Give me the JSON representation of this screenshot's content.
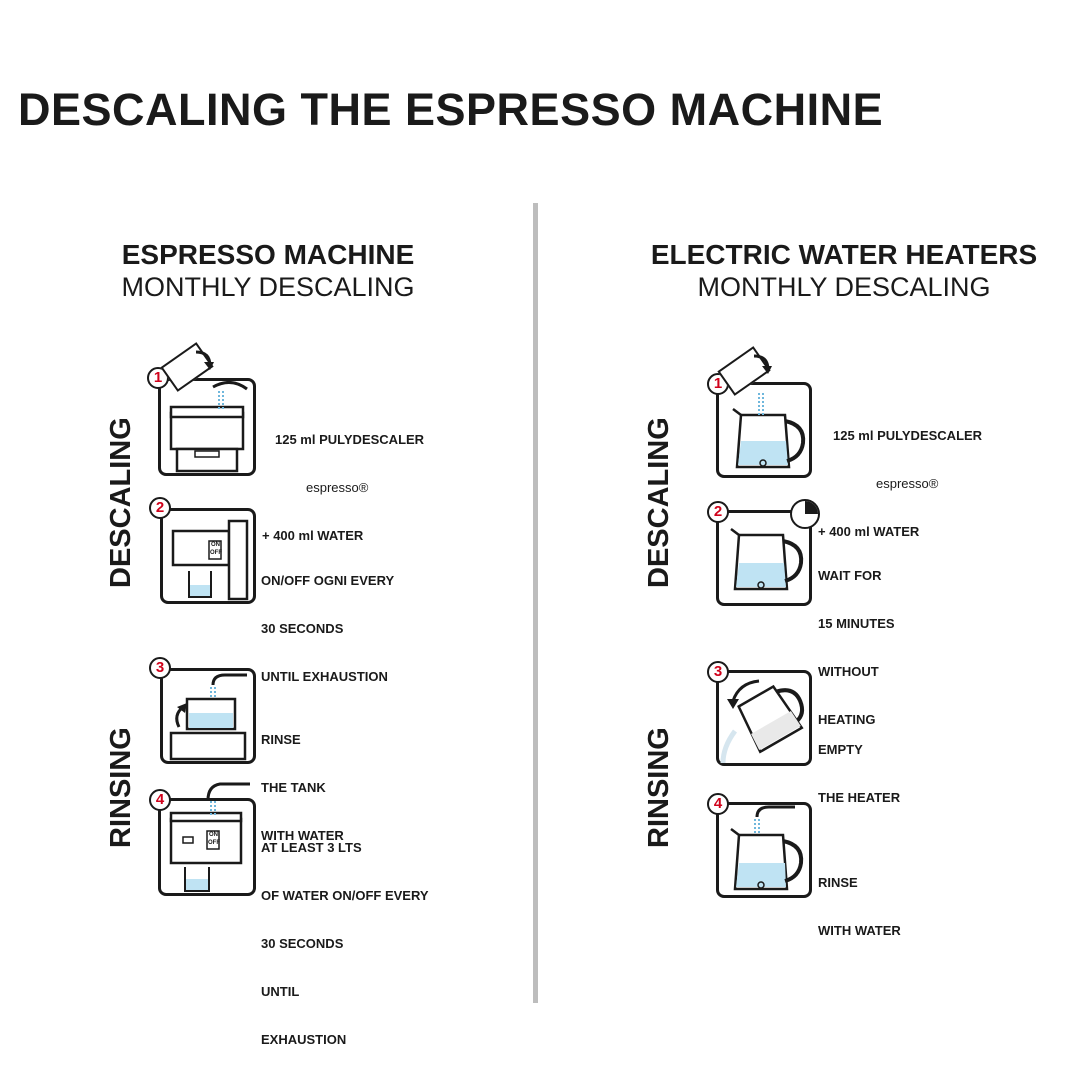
{
  "title": "DESCALING THE ESPRESSO MACHINE",
  "espresso": {
    "heading": "ESPRESSO MACHINE",
    "subheading": "MONTHLY DESCALING",
    "side_descaling": "DESCALING",
    "side_rinsing": "RINSING",
    "steps": [
      {
        "num": "1",
        "lines": [
          "125 ml PULYDESCALER",
          "espresso®",
          "+ 400 ml WATER"
        ]
      },
      {
        "num": "2",
        "lines": [
          "ON/OFF OGNI EVERY",
          "30 SECONDS",
          "UNTIL EXHAUSTION"
        ],
        "switch_on": "ON",
        "switch_off": "OFF"
      },
      {
        "num": "3",
        "lines": [
          "RINSE",
          "THE TANK",
          "WITH WATER"
        ]
      },
      {
        "num": "4",
        "lines": [
          "AT LEAST 3 LTS",
          "OF WATER ON/OFF EVERY",
          "30 SECONDS",
          "UNTIL",
          "EXHAUSTION"
        ],
        "switch_on": "ON",
        "switch_off": "OFF"
      }
    ]
  },
  "heaters": {
    "heading": "ELECTRIC WATER HEATERS",
    "subheading": "MONTHLY DESCALING",
    "side_descaling": "DESCALING",
    "side_rinsing": "RINSING",
    "steps": [
      {
        "num": "1",
        "lines": [
          "125 ml PULYDESCALER",
          "espresso®",
          "+ 400 ml WATER"
        ]
      },
      {
        "num": "2",
        "lines": [
          "WAIT FOR",
          "15 MINUTES",
          "WITHOUT",
          "HEATING"
        ]
      },
      {
        "num": "3",
        "lines": [
          "EMPTY",
          "THE HEATER"
        ]
      },
      {
        "num": "4",
        "lines": [
          "RINSE",
          "WITH WATER"
        ]
      }
    ]
  },
  "colors": {
    "badge_number": "#d0021b",
    "water": "#bfe3f3",
    "divider": "#bdbdbd"
  }
}
